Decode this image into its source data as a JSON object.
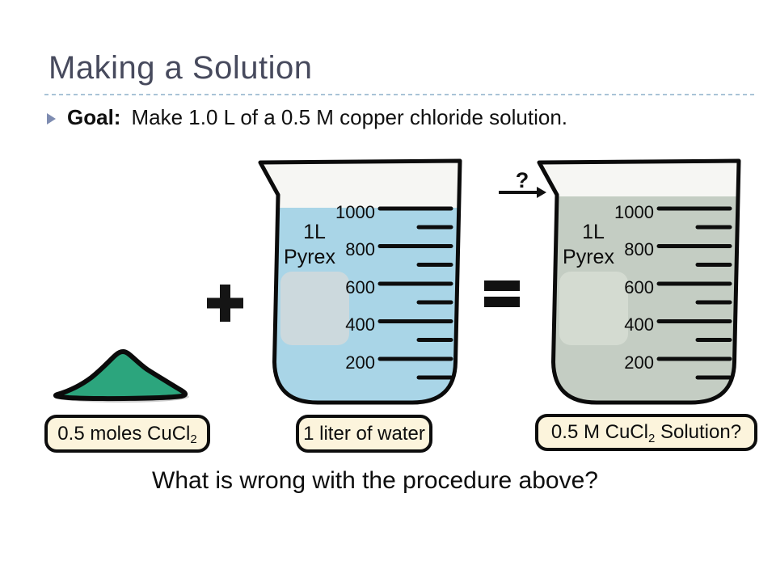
{
  "slide": {
    "title": "Making a Solution",
    "goal": {
      "label": "Goal:",
      "text": "Make 1.0 L of a 0.5 M copper chloride solution."
    },
    "question": "What is wrong with the procedure above?"
  },
  "illustration": {
    "plus_operator": "+",
    "equals_operator": "=",
    "question_mark": "?",
    "beaker_left": {
      "label_line1": "1L",
      "label_line2": "Pyrex",
      "graduations": [
        "1000",
        "800",
        "600",
        "400",
        "200"
      ],
      "liquid_color": "#a9d5e7",
      "patch_color": "#ccd9dd"
    },
    "beaker_right": {
      "label_line1": "1L",
      "label_line2": "Pyrex",
      "graduations": [
        "1000",
        "800",
        "600",
        "400",
        "200"
      ],
      "liquid_color": "#c4cdc3",
      "patch_color": "#d4dbd1"
    },
    "powder_color": "#2ca57d"
  },
  "captions": {
    "powder": {
      "main": "0.5 moles CuCl",
      "sub": "2",
      "tail": ""
    },
    "water": {
      "main": "1 liter of water",
      "sub": "",
      "tail": ""
    },
    "solution": {
      "main": "0.5 M CuCl",
      "sub": "2",
      "tail": " Solution?"
    }
  }
}
